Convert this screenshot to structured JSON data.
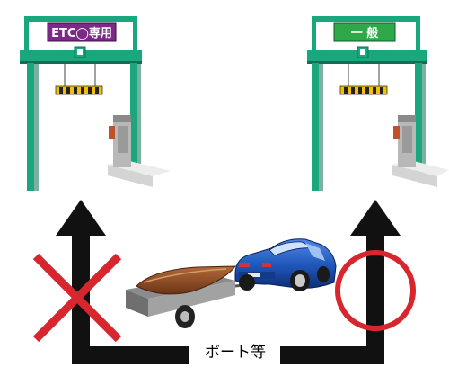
{
  "gates": {
    "left": {
      "sign": "ETC◯専用",
      "sign_bg": "#7b2a86",
      "sign_fg": "#ffffff"
    },
    "right": {
      "sign": "一 般",
      "sign_bg": "#2fa84a",
      "sign_fg": "#ffffff"
    }
  },
  "caption": "ボート等",
  "colors": {
    "gate_green": "#1aa77e",
    "gate_dark": "#0e6f55",
    "arrow": "#111111",
    "prohibit_x": "#d8262e",
    "allowed_circle": "#d8262e",
    "car": "#1f55b8",
    "boat": "#8a4a24",
    "trailer": "#8c8c8c"
  },
  "icons": {
    "left_mark": "prohibited-x-icon",
    "right_mark": "allowed-circle-icon"
  }
}
